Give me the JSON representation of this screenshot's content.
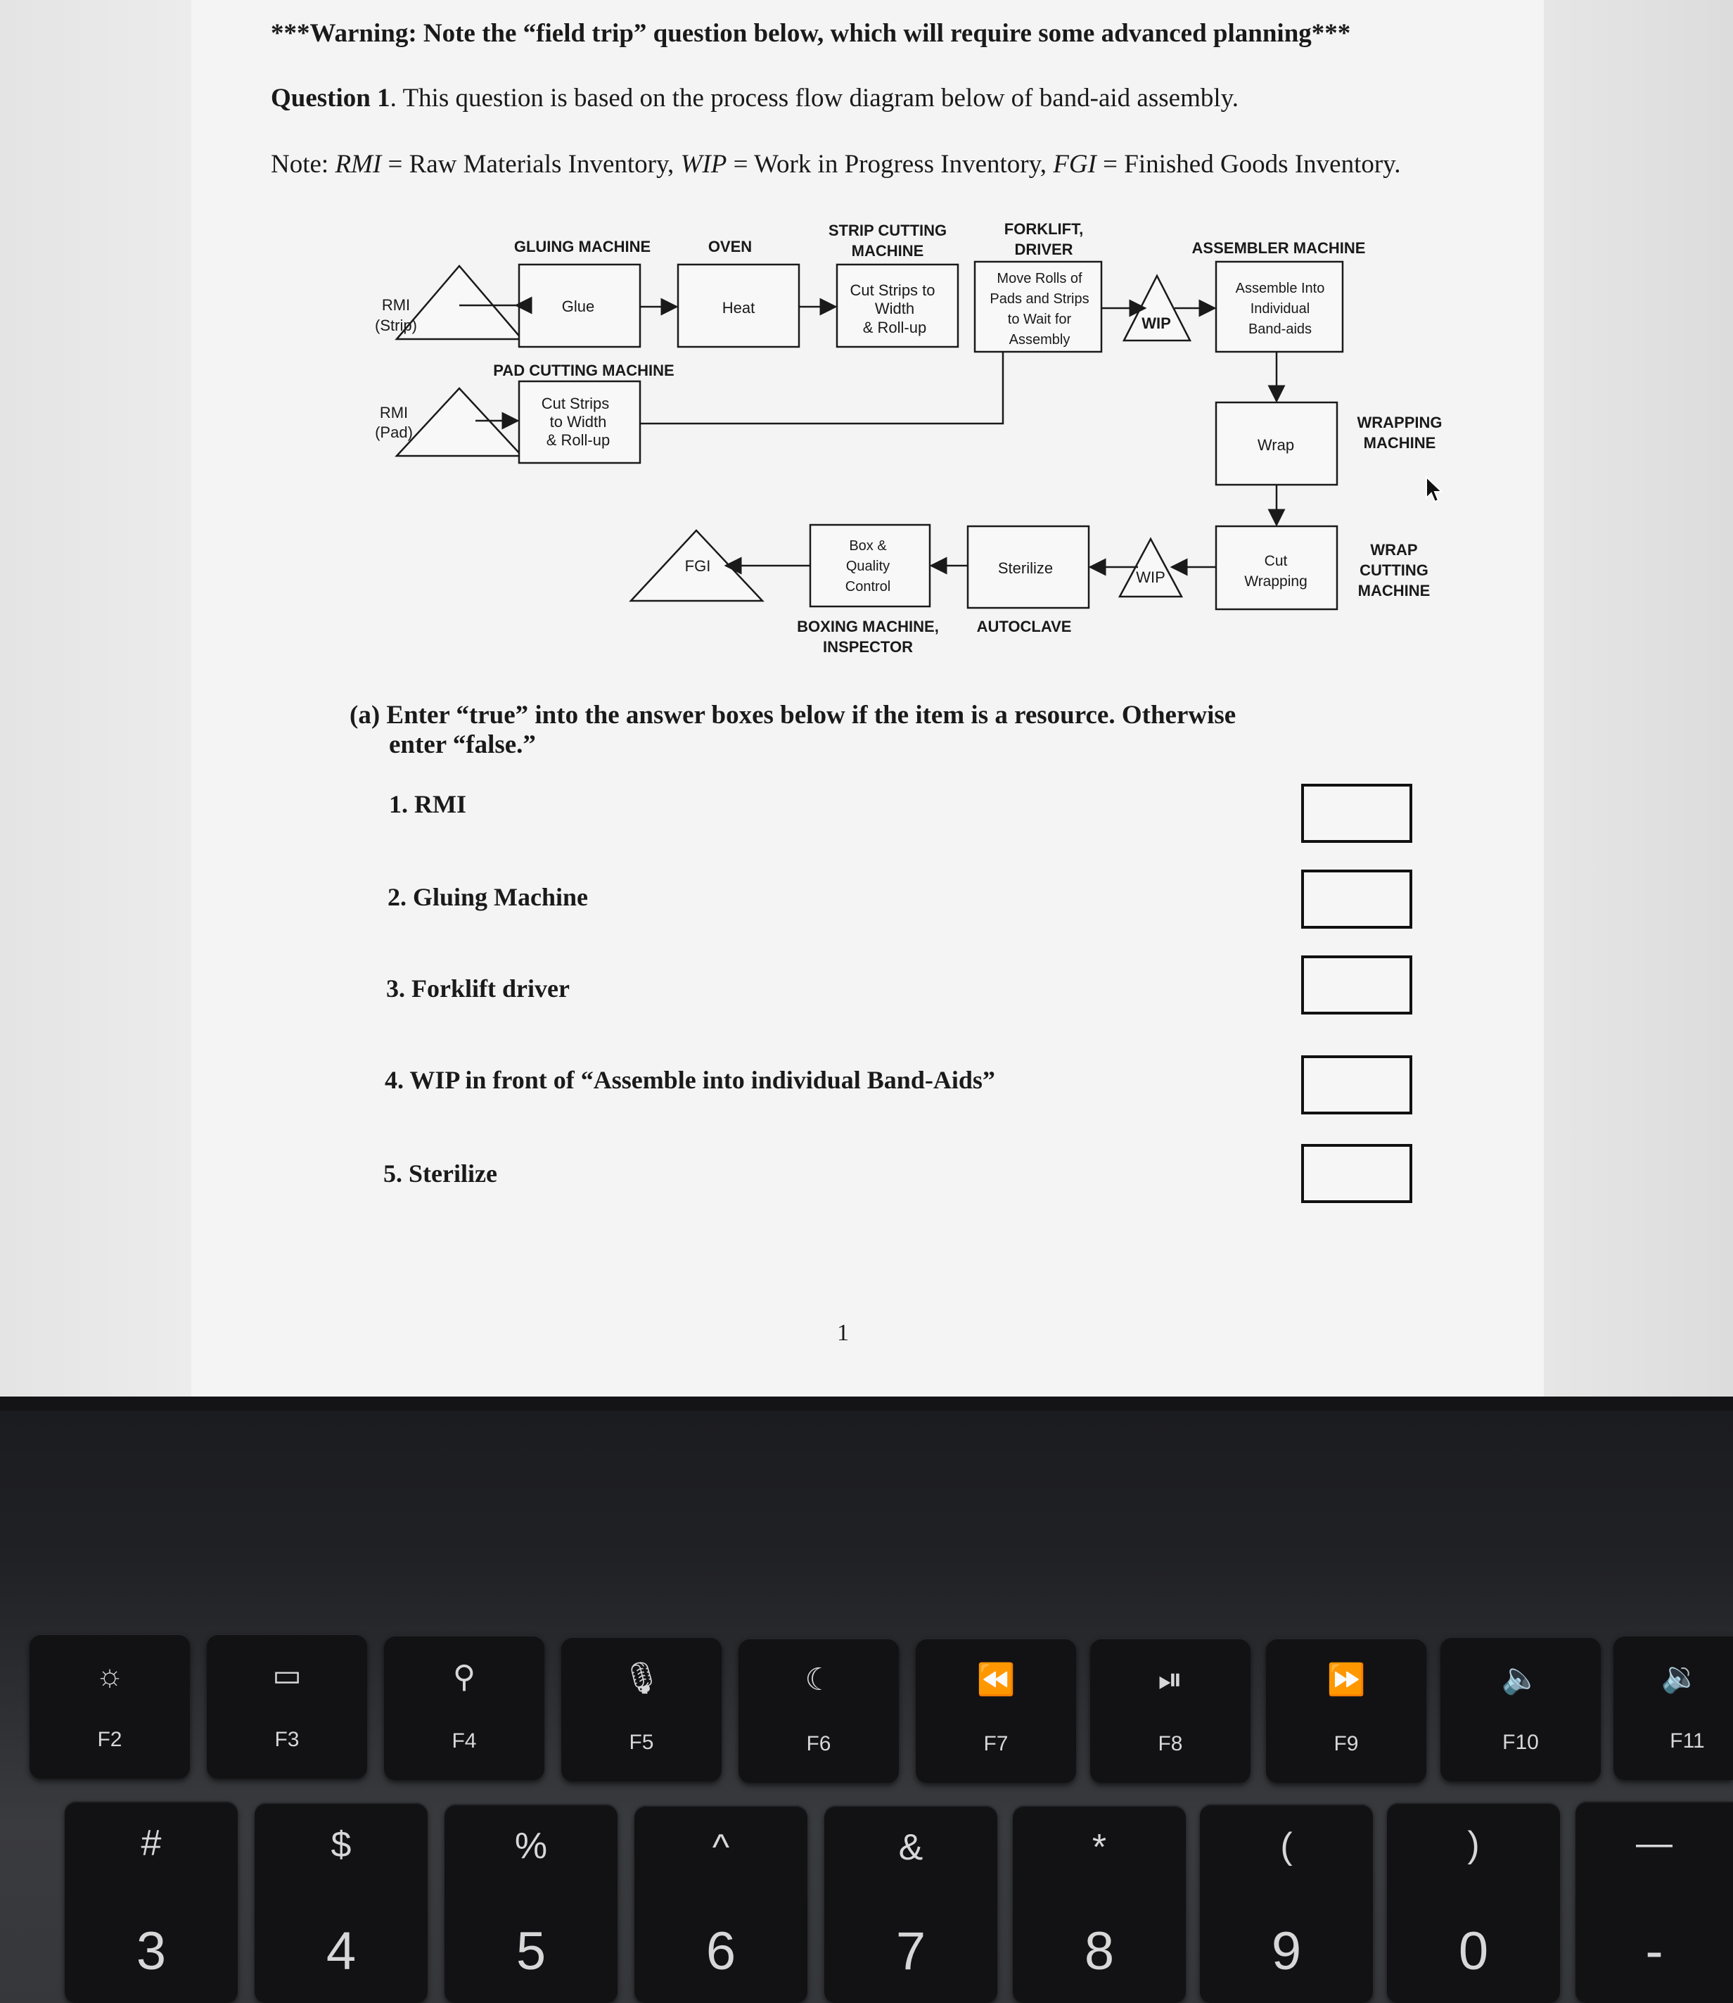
{
  "document": {
    "warning": "***Warning: Note the “field trip” question below, which will require some advanced planning***",
    "question_title": "Question 1",
    "question_text": ". This question is based on the process flow diagram below of band-aid assembly.",
    "note_prefix": "Note: ",
    "note_rmi_abbr": "RMI",
    "note_rmi_def": " = Raw Materials Inventory, ",
    "note_wip_abbr": "WIP",
    "note_wip_def": " = Work in Progress Inventory, ",
    "note_fgi_abbr": "FGI",
    "note_fgi_def": " = Finished Goods Inventory.",
    "part_a_line1": "(a) Enter “true” into the answer boxes below if the item is a resource. Otherwise",
    "part_a_line2": "enter “false.”",
    "items": [
      "1. RMI",
      "2. Gluing Machine",
      "3. Forklift driver",
      "4. WIP in front of “Assemble into individual Band-Aids”",
      "5. Sterilize"
    ],
    "answers": [
      "",
      "",
      "",
      "",
      ""
    ],
    "page_number": "1"
  },
  "diagram": {
    "resource_labels": {
      "gluing_machine": "GLUING MACHINE",
      "oven": "OVEN",
      "strip_cutting_1": "STRIP CUTTING",
      "strip_cutting_2": "MACHINE",
      "forklift_1": "FORKLIFT,",
      "forklift_2": "DRIVER",
      "assembler": "ASSEMBLER MACHINE",
      "pad_cutting": "PAD CUTTING MACHINE",
      "wrapping_1": "WRAPPING",
      "wrapping_2": "MACHINE",
      "wrap_cutting_1": "WRAP",
      "wrap_cutting_2": "CUTTING",
      "wrap_cutting_3": "MACHINE",
      "boxing_1": "BOXING MACHINE,",
      "boxing_2": "INSPECTOR",
      "autoclave": "AUTOCLAVE"
    },
    "inventories": {
      "rmi_strip_1": "RMI",
      "rmi_strip_2": "(Strip)",
      "rmi_pad_1": "RMI",
      "rmi_pad_2": "(Pad)",
      "wip_1": "WIP",
      "wip_2": "WIP",
      "fgi": "FGI"
    },
    "activities": {
      "glue": "Glue",
      "heat": "Heat",
      "cut_strips_1": "Cut Strips to",
      "cut_strips_2": "Width",
      "cut_strips_3": "& Roll-up",
      "move_1": "Move Rolls of",
      "move_2": "Pads and Strips",
      "move_3": "to Wait for",
      "move_4": "Assembly",
      "assemble_1": "Assemble Into",
      "assemble_2": "Individual",
      "assemble_3": "Band-aids",
      "pad_cut_1": "Cut Strips",
      "pad_cut_2": "to Width",
      "pad_cut_3": "& Roll-up",
      "wrap": "Wrap",
      "cut_wrap_1": "Cut",
      "cut_wrap_2": "Wrapping",
      "sterilize": "Sterilize",
      "box_1": "Box &",
      "box_2": "Quality",
      "box_3": "Control"
    }
  },
  "keyboard": {
    "function_keys": [
      {
        "label": "F2",
        "icon": "brightness-icon",
        "glyph": "☼"
      },
      {
        "label": "F3",
        "icon": "mission-control-icon",
        "glyph": "▭"
      },
      {
        "label": "F4",
        "icon": "search-icon",
        "glyph": "⚲"
      },
      {
        "label": "F5",
        "icon": "microphone-icon",
        "glyph": "🎙"
      },
      {
        "label": "F6",
        "icon": "moon-icon",
        "glyph": "☾"
      },
      {
        "label": "F7",
        "icon": "rewind-icon",
        "glyph": "⏪"
      },
      {
        "label": "F8",
        "icon": "play-pause-icon",
        "glyph": "⏯"
      },
      {
        "label": "F9",
        "icon": "fast-forward-icon",
        "glyph": "⏩"
      },
      {
        "label": "F10",
        "icon": "mute-icon",
        "glyph": "🔈"
      },
      {
        "label": "F11",
        "icon": "volume-down-icon",
        "glyph": "🔉"
      }
    ],
    "number_keys": [
      {
        "top": "#",
        "bottom": "3"
      },
      {
        "top": "$",
        "bottom": "4"
      },
      {
        "top": "%",
        "bottom": "5"
      },
      {
        "top": "^",
        "bottom": "6"
      },
      {
        "top": "&",
        "bottom": "7"
      },
      {
        "top": "*",
        "bottom": "8"
      },
      {
        "top": "(",
        "bottom": "9"
      },
      {
        "top": ")",
        "bottom": "0"
      },
      {
        "top": "—",
        "bottom": "-"
      }
    ]
  }
}
